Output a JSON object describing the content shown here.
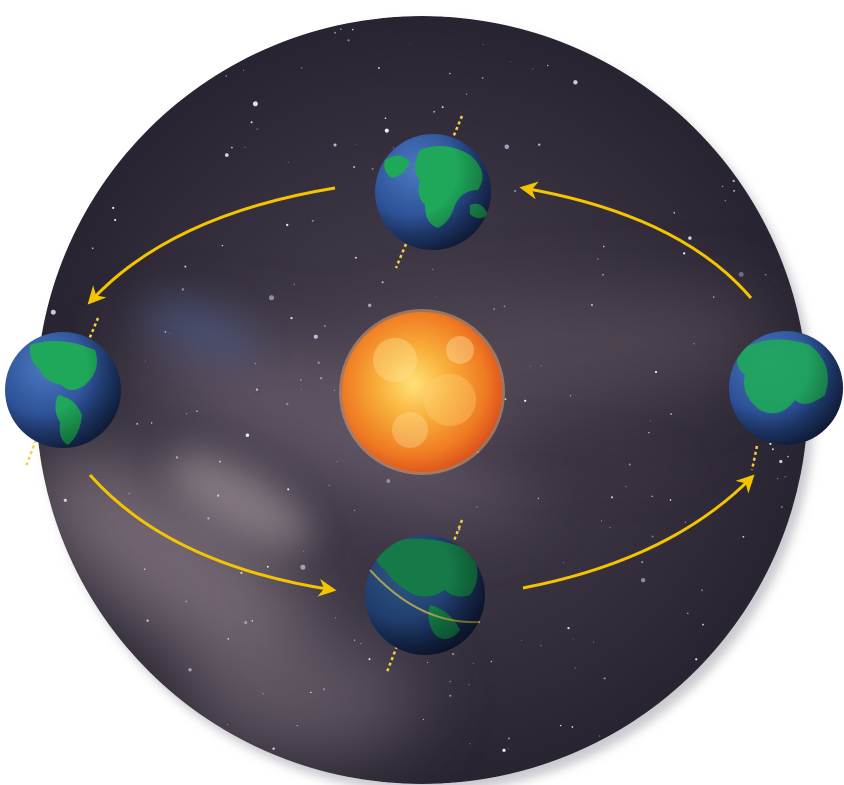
{
  "diagram": {
    "colors": {
      "space": "#2c2838",
      "milky_way": "#7a6d78",
      "orbit_arrow": "#f5c400",
      "axis": "#f2d04a",
      "ocean": "#2b4f93",
      "land": "#1fa85a",
      "sun_core": "#ffd35a",
      "sun_edge": "#e2541c"
    },
    "bodies": [
      {
        "name": "sun",
        "icon": "sun-icon"
      },
      {
        "name": "earth-top",
        "icon": "earth-icon"
      },
      {
        "name": "earth-left",
        "icon": "earth-icon"
      },
      {
        "name": "earth-right",
        "icon": "earth-icon"
      },
      {
        "name": "earth-bottom",
        "icon": "earth-icon"
      }
    ],
    "orbit_direction": "counterclockwise"
  }
}
